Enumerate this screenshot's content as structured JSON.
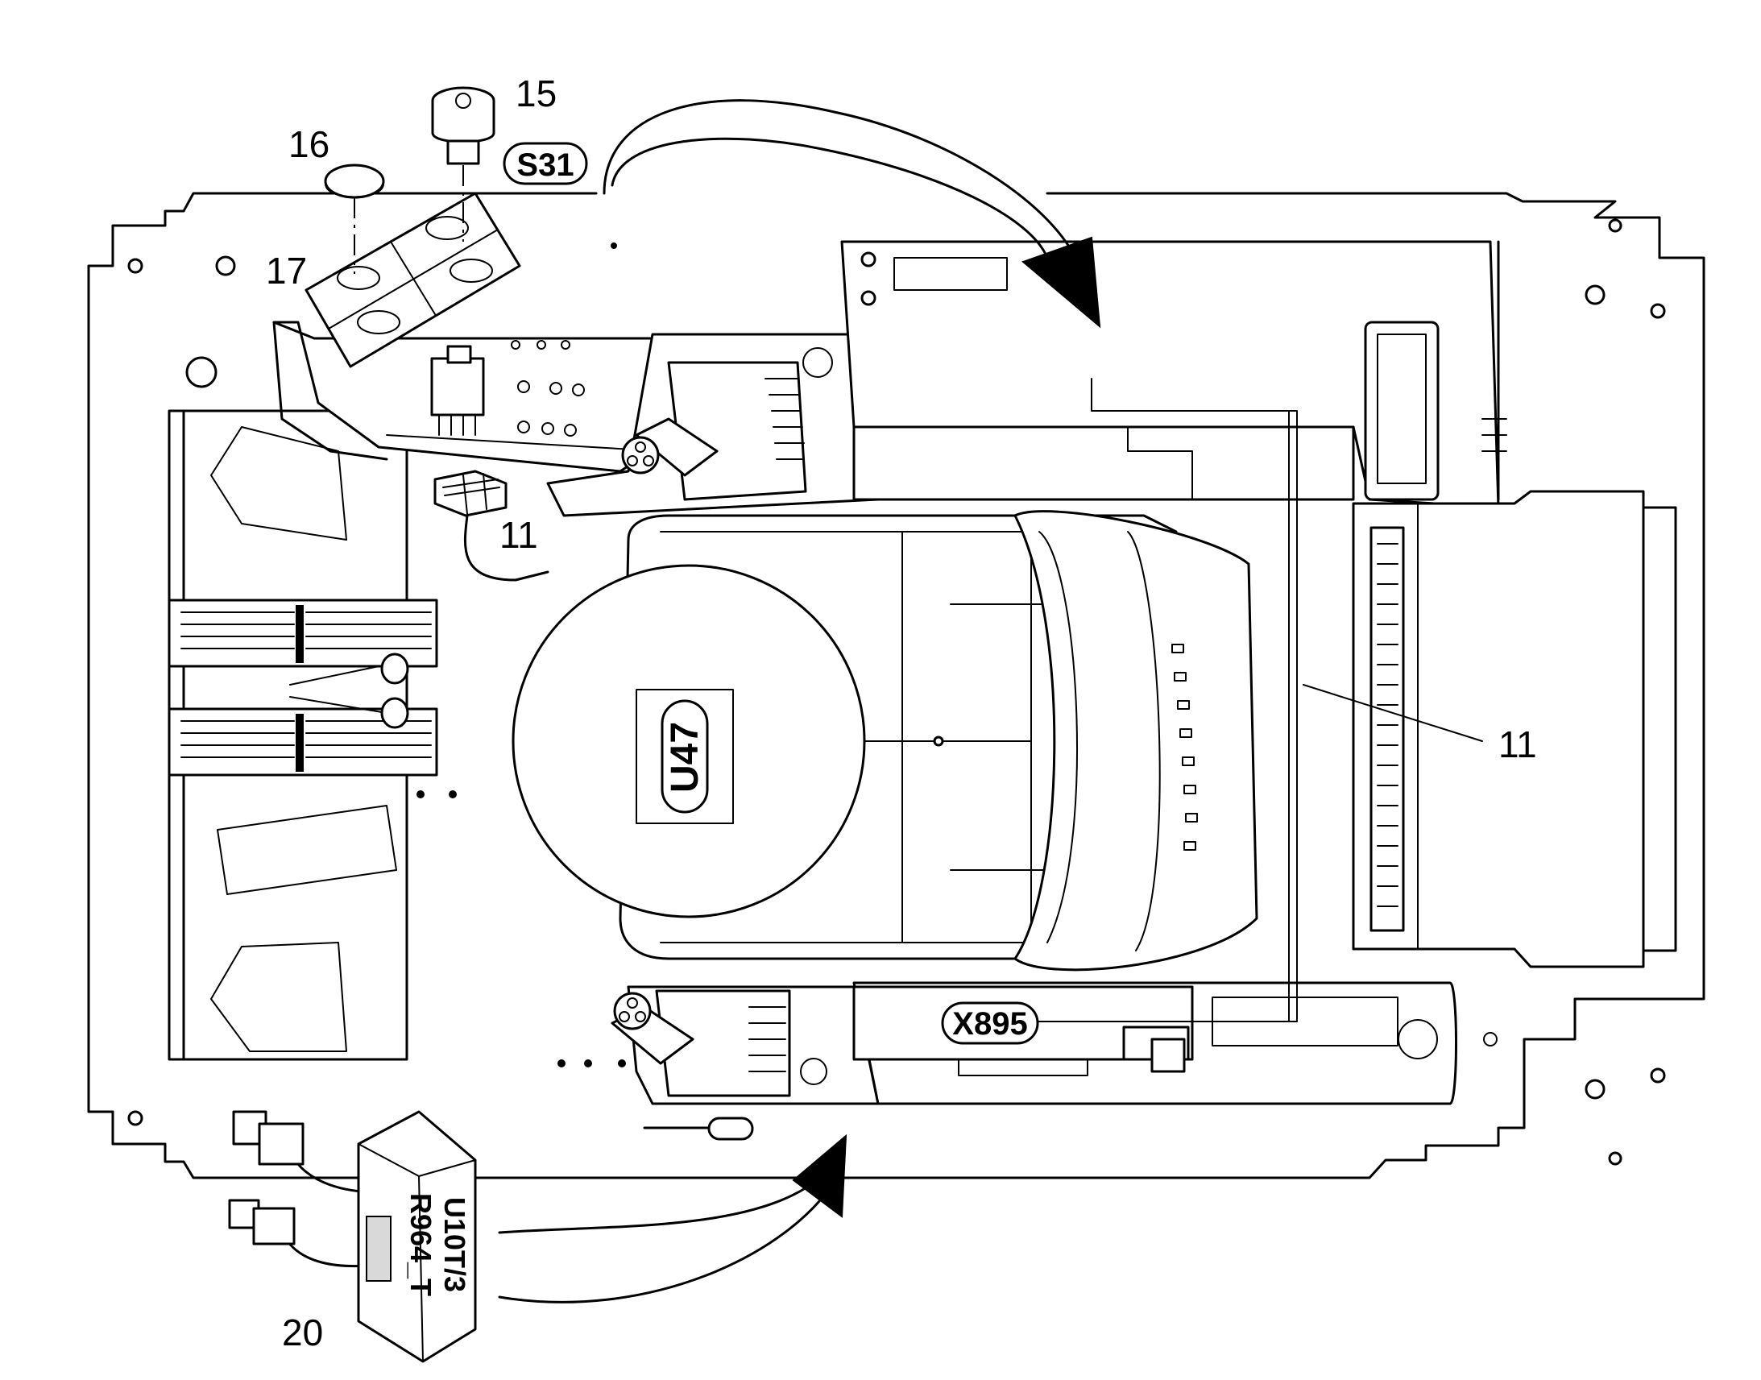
{
  "callouts": {
    "c15": "15",
    "c16": "16",
    "c17": "17",
    "c11_top": "11",
    "c11_right": "11",
    "c20": "20"
  },
  "tags": {
    "s31": "S31",
    "u47": "U47",
    "x895": "X895"
  },
  "module_label": {
    "line1": "U10T/3",
    "line2": "R964_T"
  }
}
